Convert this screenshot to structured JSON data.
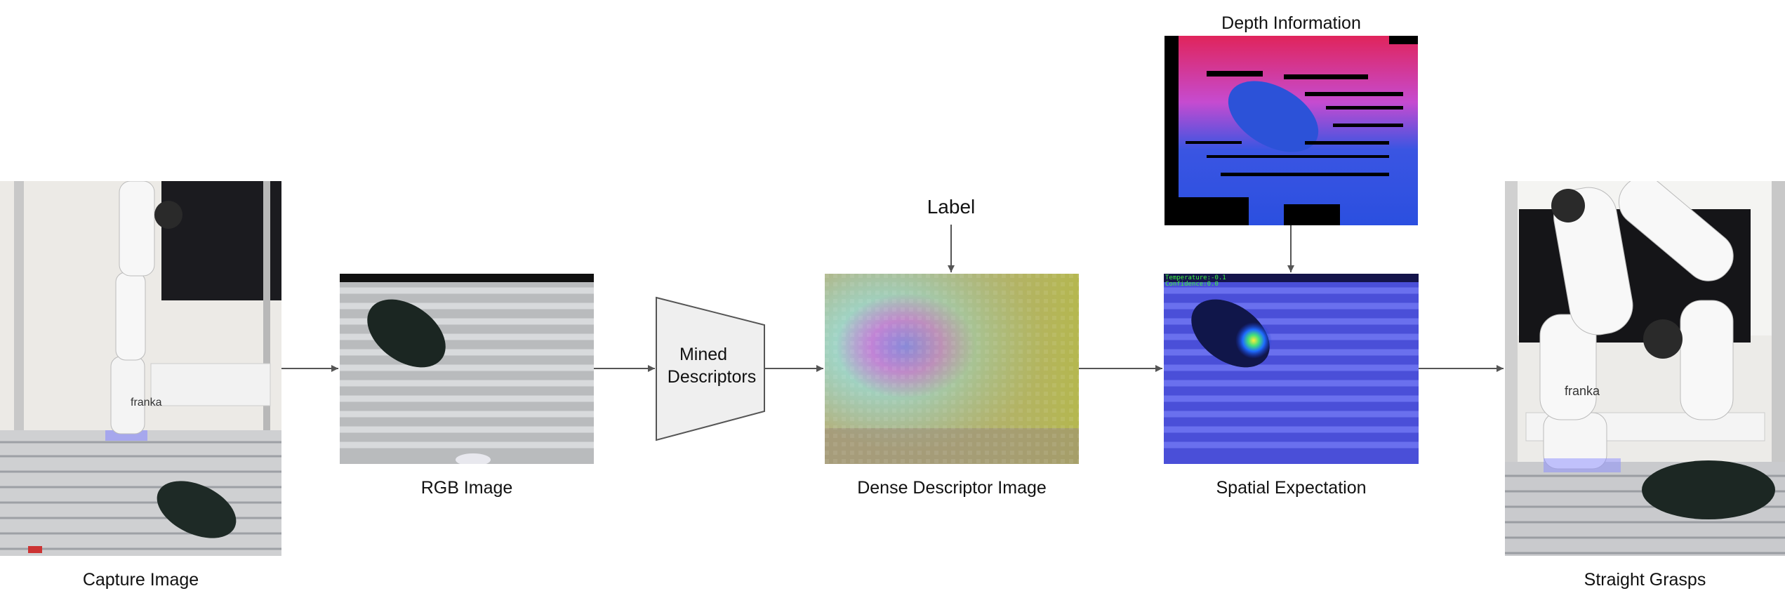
{
  "labels": {
    "capture": "Capture Image",
    "rgb": "RGB Image",
    "mined": [
      "Mined",
      "Descriptors"
    ],
    "dense": "Dense Descriptor Image",
    "label": "Label",
    "depth": "Depth Information",
    "spatial": "Spatial Expectation",
    "grasp": "Straight Grasps"
  },
  "overlay": {
    "temperature": "Temperature:-0.1",
    "confidence": "Confidence:0.0"
  },
  "robot_logo": "franka",
  "colors": {
    "arrow": "#555555",
    "trapezoid_fill": "#efefef",
    "trapezoid_stroke": "#555555",
    "spatial_tint": "#3b3fd6",
    "depth_far": "#e0245b",
    "depth_near": "#2b4fe0"
  }
}
